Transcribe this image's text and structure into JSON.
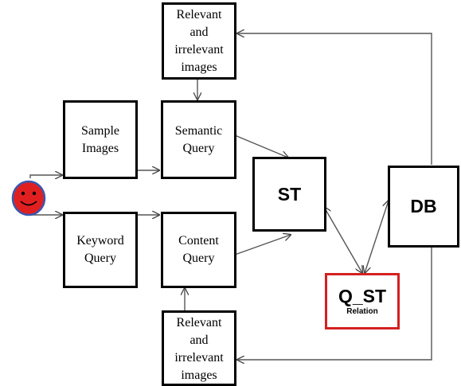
{
  "nodes": {
    "relevant_top": {
      "lines": [
        "Relevant",
        "and",
        "irrelevant",
        "images"
      ]
    },
    "sample_images": {
      "lines": [
        "Sample",
        "Images"
      ]
    },
    "semantic_query": {
      "lines": [
        "Semantic",
        "Query"
      ]
    },
    "keyword_query": {
      "lines": [
        "Keyword",
        "Query"
      ]
    },
    "content_query": {
      "lines": [
        "Content",
        "Query"
      ]
    },
    "relevant_bottom": {
      "lines": [
        "Relevant",
        "and",
        "irrelevant",
        "images"
      ]
    },
    "st": {
      "label": "ST"
    },
    "db": {
      "label": "DB"
    },
    "q_st": {
      "label": "Q_ST",
      "sublabel": "Relation"
    }
  },
  "colors": {
    "user_face": "#e02020",
    "user_face_outline": "#3a57b0",
    "q_st_border": "#d42020"
  }
}
